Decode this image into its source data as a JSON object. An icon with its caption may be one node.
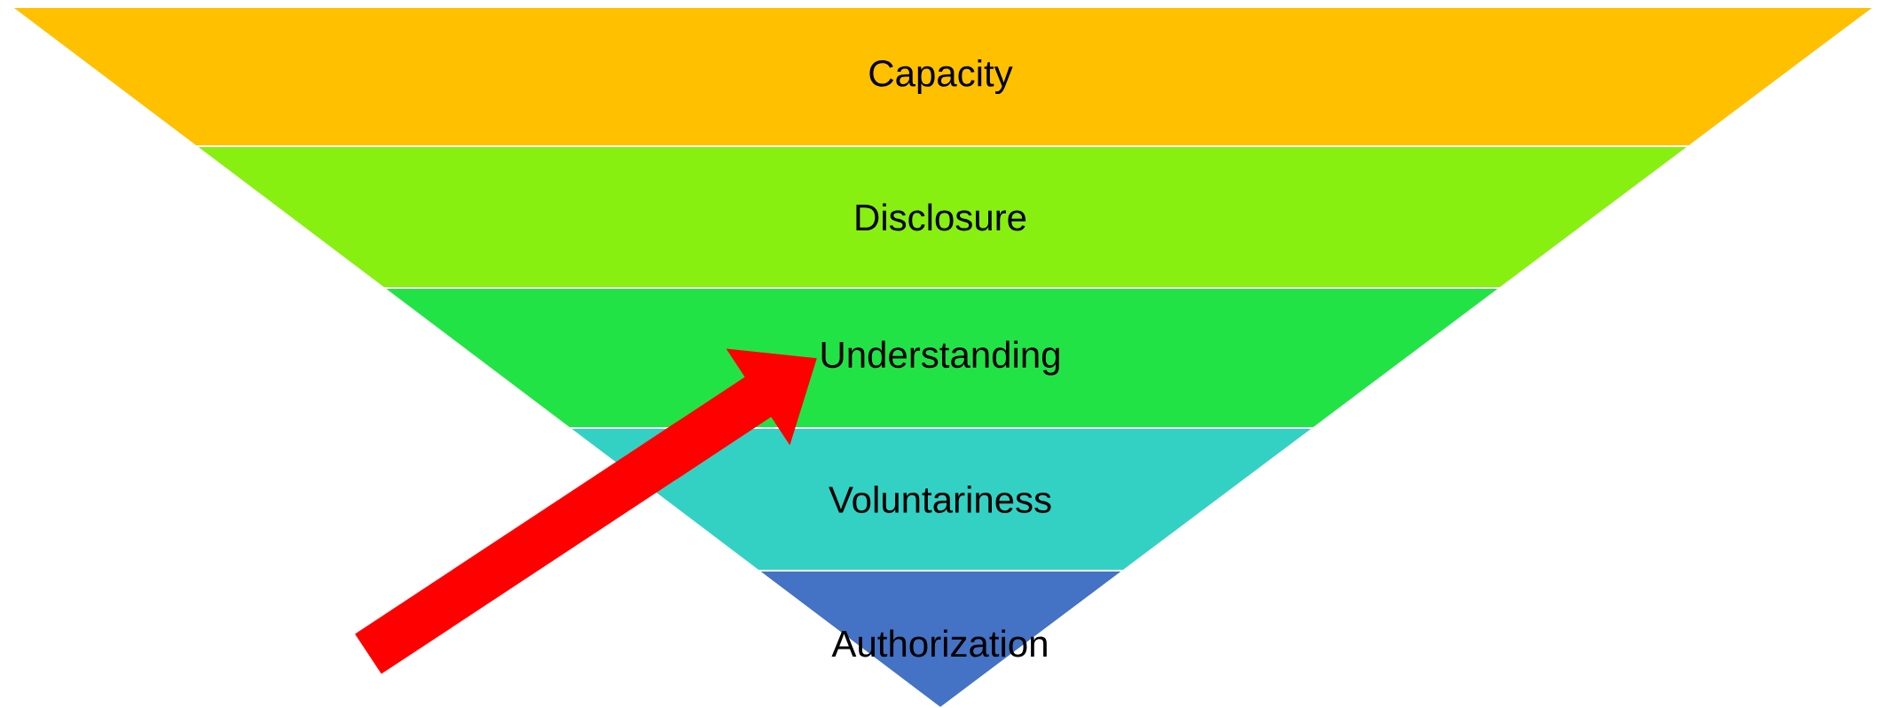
{
  "diagram": {
    "nodes": [
      {
        "text": [
          "Capacity"
        ]
      },
      {
        "text": [
          "Disclosure"
        ]
      },
      {
        "text": [
          "Understanding"
        ]
      },
      {
        "text": [
          "Voluntariness"
        ]
      },
      {
        "text": [
          "Authorization"
        ]
      }
    ],
    "edges": [
      {
        "from": null,
        "to": 2,
        "arrow": "to"
      }
    ]
  }
}
